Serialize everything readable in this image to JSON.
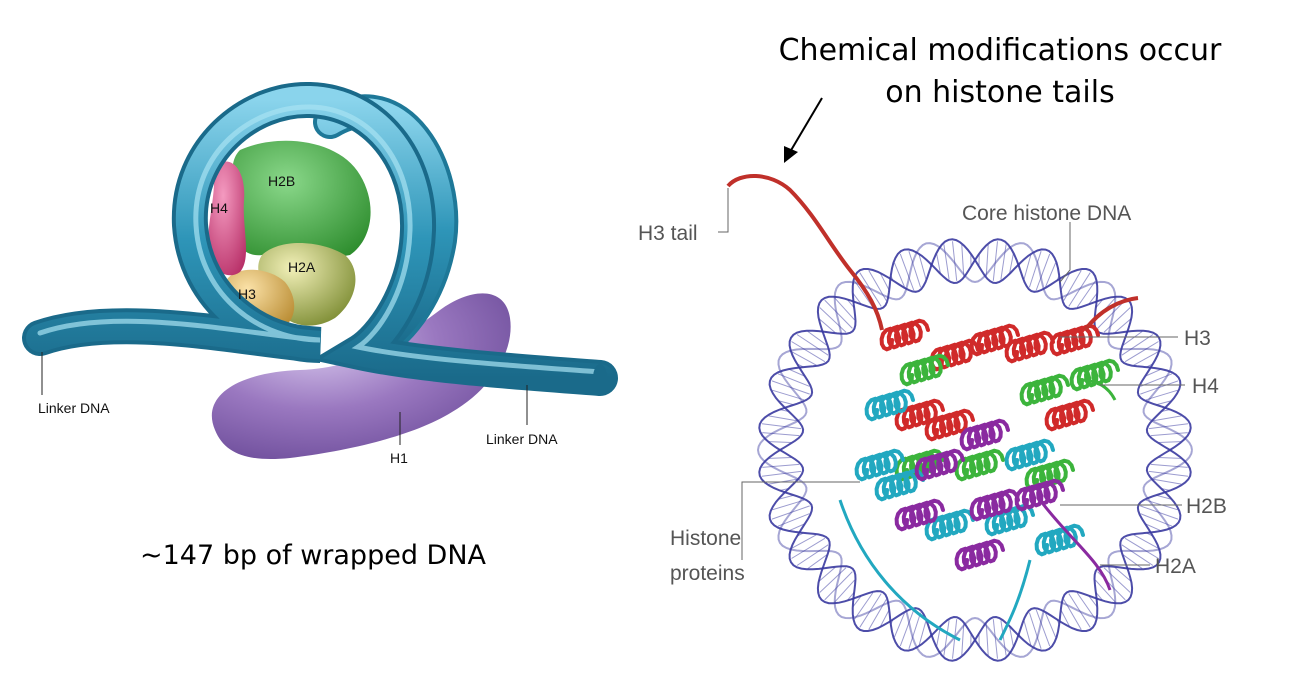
{
  "left_diagram": {
    "histones": {
      "h2b": "H2B",
      "h4": "H4",
      "h2a": "H2A",
      "h3": "H3",
      "h1": "H1"
    },
    "linker_left": "Linker DNA",
    "linker_right": "Linker DNA",
    "caption": "~147 bp of wrapped DNA",
    "colors": {
      "dna": "#2e95b8",
      "h2b": "#3a9a3a",
      "h4": "#d0427a",
      "h2a": "#8a9a3a",
      "h3": "#c89a3a",
      "h1": "#8a66b0"
    }
  },
  "right_diagram": {
    "heading_line1": "Chemical modifications occur",
    "heading_line2": "on histone tails",
    "labels": {
      "h3_tail": "H3 tail",
      "core_histone_dna": "Core histone DNA",
      "h3": "H3",
      "h4": "H4",
      "h2b": "H2B",
      "h2a": "H2A",
      "histone_proteins_line1": "Histone",
      "histone_proteins_line2": "proteins"
    },
    "colors": {
      "dna_backbone": "#3a3aa0",
      "h3": "#d02a2a",
      "h4": "#3cb43c",
      "h2b": "#22a8c0",
      "h2a": "#8a2aa0",
      "tail": "#c0302a"
    }
  }
}
